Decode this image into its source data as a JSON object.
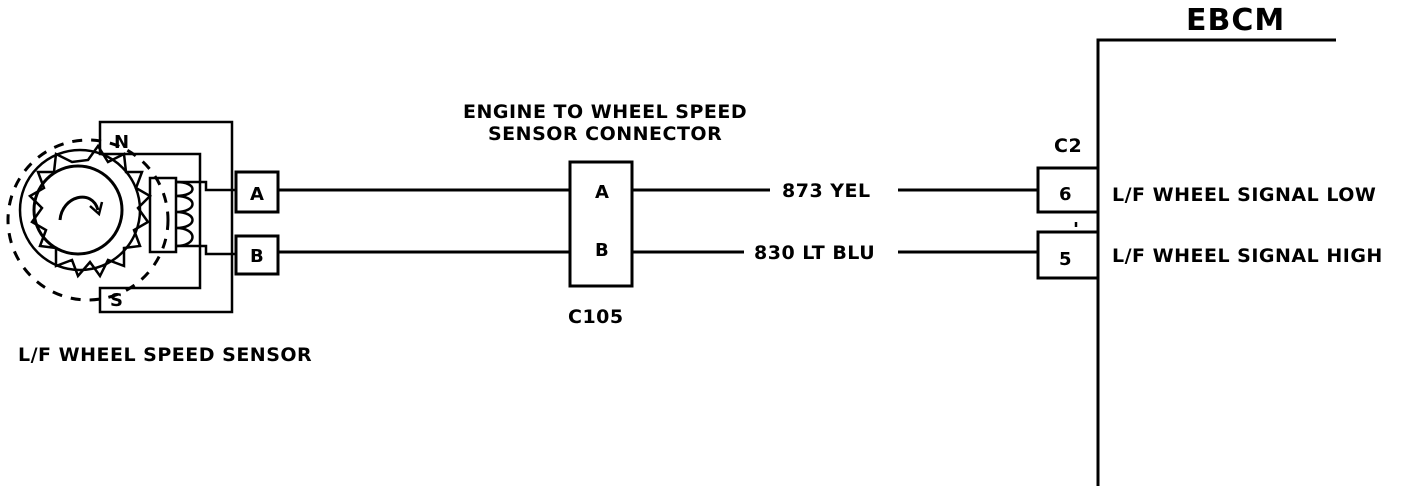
{
  "module": {
    "title": "EBCM",
    "connector": "C2",
    "pins": [
      {
        "number": "6",
        "label": "L/F WHEEL SIGNAL LOW"
      },
      {
        "number": "5",
        "label": "L/F WHEEL SIGNAL HIGH"
      }
    ]
  },
  "sensor": {
    "label": "L/F WHEEL SPEED SENSOR",
    "pole_n": "N",
    "pole_s": "S",
    "terminals": [
      "A",
      "B"
    ]
  },
  "inline_connector": {
    "title_line1": "ENGINE TO WHEEL SPEED",
    "title_line2": "SENSOR CONNECTOR",
    "id": "C105",
    "cavities": [
      "A",
      "B"
    ]
  },
  "wires": [
    {
      "circuit": "873 YEL"
    },
    {
      "circuit": "830 LT BLU"
    }
  ]
}
